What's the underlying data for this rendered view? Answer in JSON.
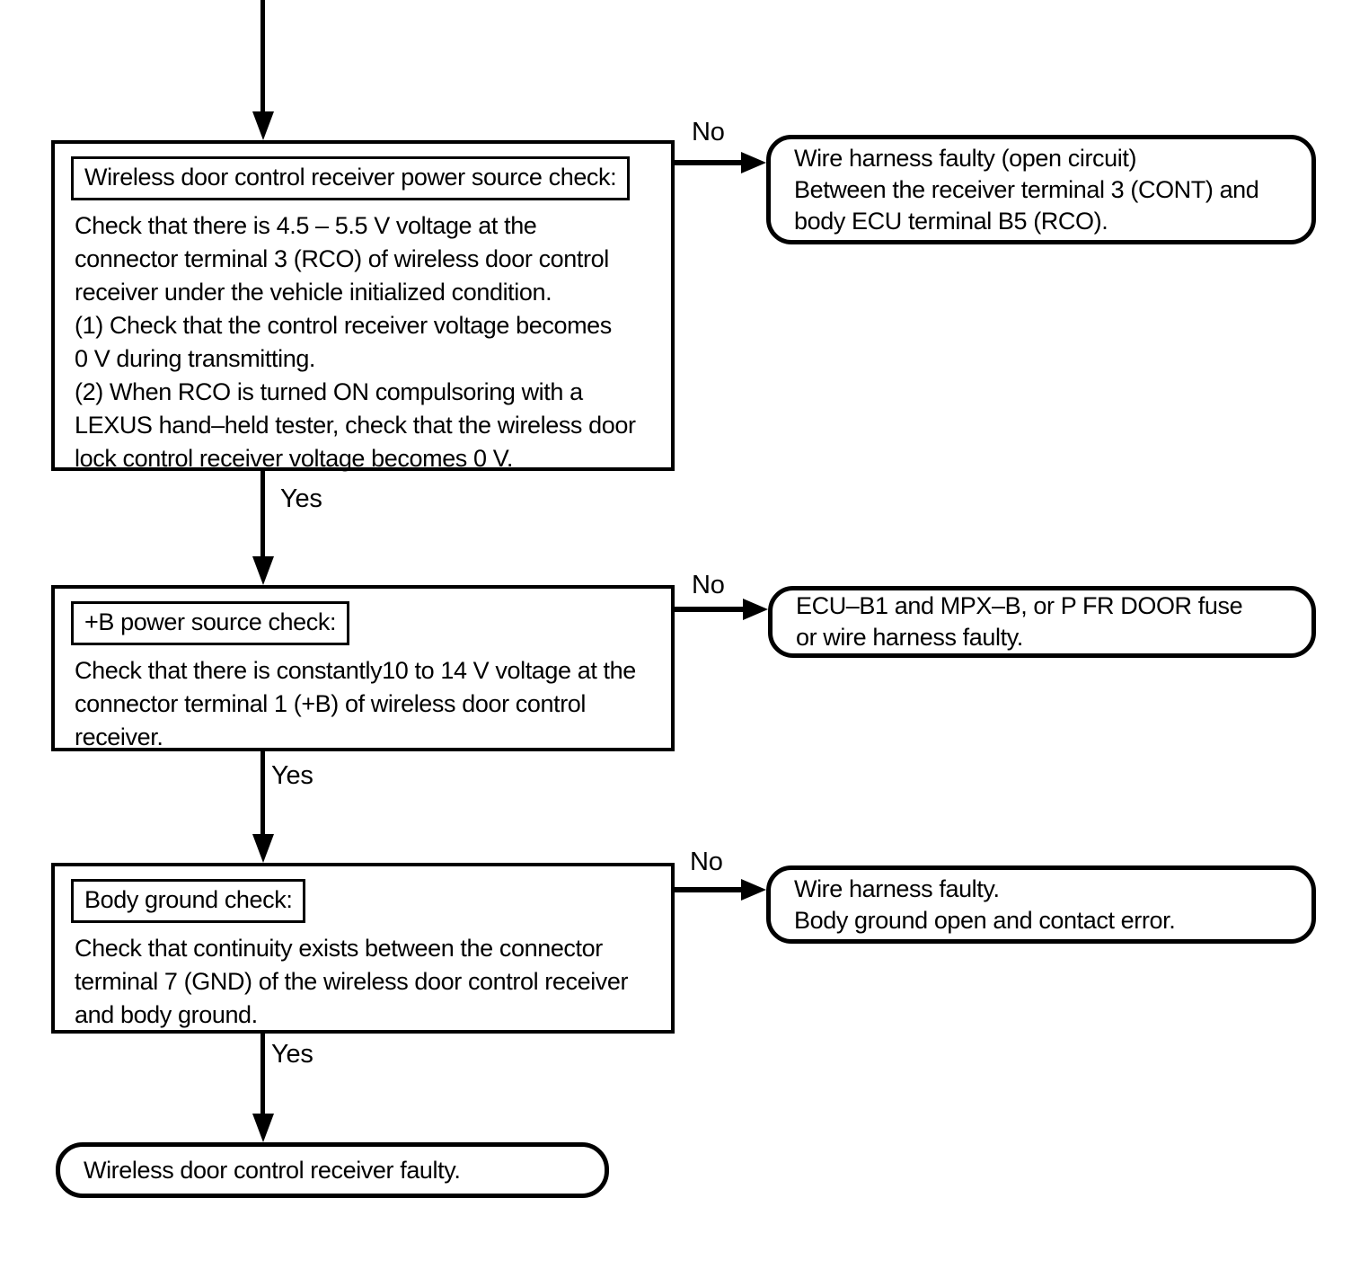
{
  "canvas": {
    "background_color": "#ffffff",
    "ink_color": "#000000"
  },
  "flow": {
    "steps": [
      {
        "title": "Wireless door control receiver power source check:",
        "body": "Check that there is 4.5 – 5.5 V voltage at the\nconnector terminal 3 (RCO) of wireless door control\nreceiver under the vehicle initialized condition.\n(1) Check that the control receiver voltage becomes\n0 V during transmitting.\n(2) When RCO is turned ON compulsoring with a\nLEXUS hand–held tester, check that the wireless door\nlock control receiver voltage becomes 0 V.",
        "yes_label": "Yes",
        "no_label": "No",
        "no_outcome": "Wire harness faulty (open circuit)\nBetween the receiver terminal 3 (CONT) and\nbody ECU terminal B5 (RCO)."
      },
      {
        "title": "+B power source check:",
        "body": "Check that there is constantly10 to 14 V voltage at the\nconnector terminal 1 (+B) of wireless door control\nreceiver.",
        "yes_label": "Yes",
        "no_label": "No",
        "no_outcome": "ECU–B1 and MPX–B, or P FR DOOR fuse\nor wire harness faulty."
      },
      {
        "title": "Body ground check:",
        "body": "Check that continuity exists between the connector\nterminal 7 (GND) of the wireless door control receiver\nand body ground.",
        "yes_label": "Yes",
        "no_label": "No",
        "no_outcome": "Wire harness faulty.\nBody ground open and contact error."
      }
    ],
    "final_outcome": "Wireless door control receiver faulty."
  }
}
